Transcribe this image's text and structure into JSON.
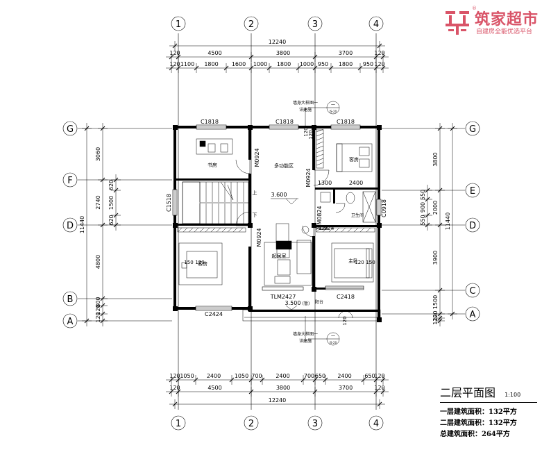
{
  "brand": {
    "name": "筑家超市",
    "tagline": "自建房全能优选平台",
    "registered": "®",
    "color": "#d95468"
  },
  "plan": {
    "title": "二层平面图",
    "scale": "1:100",
    "areas": [
      "一层建筑面积：132平方",
      "二层建筑面积：132平方",
      "总建筑面积：264平方"
    ],
    "axes_top": [
      "1",
      "2",
      "3",
      "4"
    ],
    "axes_left": [
      "G",
      "F",
      "D",
      "B",
      "A"
    ],
    "axes_right": [
      "G",
      "E",
      "D",
      "C",
      "A"
    ],
    "dims_top_total": "12240",
    "dims_top_row2": [
      "120",
      "4500",
      "3800",
      "3700",
      "120"
    ],
    "dims_top_row3": [
      "120",
      "1100",
      "1800",
      "1600",
      "1000",
      "1800",
      "1000",
      "950",
      "1800",
      "950",
      "120"
    ],
    "dims_bottom_row1": [
      "120",
      "1050",
      "2400",
      "1050",
      "700",
      "2400",
      "700",
      "650",
      "2400",
      "650",
      "120"
    ],
    "dims_bottom_row2": [
      "120",
      "4500",
      "3800",
      "3700",
      "120"
    ],
    "dims_bottom_total": "12240",
    "dims_left_total": "11440",
    "dims_left_outer": [
      "3060",
      "2740",
      "4800",
      "800",
      "120",
      "120"
    ],
    "dims_left_inner": [
      "620",
      "1500",
      "620"
    ],
    "dims_right_total": "11440",
    "dims_right_outer": [
      "3800",
      "2000",
      "3900",
      "1500",
      "120",
      "120"
    ],
    "dims_right_inner": [
      "550",
      "900",
      "550"
    ],
    "rooms": {
      "study": "书房",
      "multi": "多功能区",
      "guest_ne": "客房",
      "guest_w": "客房",
      "living": "起居室",
      "master": "主卧",
      "bath": "卫生间",
      "balcony": "阳台"
    },
    "stairs": {
      "up": "上",
      "down": "下"
    },
    "elev_main": "3.600",
    "elev_balcony": "3.500",
    "elev_balcony_note": "(暂)",
    "windows": [
      "C1818",
      "C1818",
      "C1818",
      "C1518",
      "C0918",
      "C2418",
      "C2424",
      "TLM2427"
    ],
    "doors": [
      "M0924",
      "M0924",
      "M0924",
      "M0924",
      "M0824"
    ],
    "misc_dims": [
      "1300",
      "2400",
      "120",
      "150",
      "120",
      "120",
      "150",
      "120",
      "120",
      "120"
    ],
    "callout": {
      "text": "墙身大样图一",
      "detail": "详建施",
      "ref_top": "一",
      "ref_bottom": "JS-20"
    }
  }
}
